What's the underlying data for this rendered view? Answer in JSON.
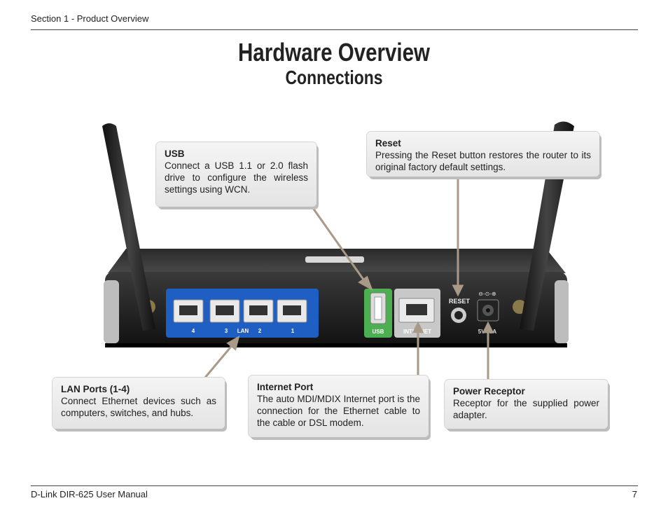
{
  "header": {
    "section": "Section 1 - Product Overview"
  },
  "title": "Hardware Overview",
  "subtitle": "Connections",
  "router": {
    "lan_numbers": [
      "4",
      "3",
      "2",
      "1"
    ],
    "lan_label": "LAN",
    "usb_label": "USB",
    "internet_label": "INTERNET",
    "reset_label": "RESET",
    "power_label": "5V⎓3A"
  },
  "callouts": {
    "usb": {
      "title": "USB",
      "body": "Connect a USB 1.1 or 2.0 flash drive to configure the wireless settings using WCN."
    },
    "reset": {
      "title": "Reset",
      "body": "Pressing the Reset button restores the router to its original factory default settings."
    },
    "lan": {
      "title": "LAN Ports (1-4)",
      "body": "Connect Ethernet devices such as computers, switches, and hubs."
    },
    "internet": {
      "title": "Internet Port",
      "body": "The auto MDI/MDIX Internet port is the connection for the Ethernet cable to the cable or DSL modem."
    },
    "power": {
      "title": "Power Receptor",
      "body": "Receptor for the supplied power adapter."
    }
  },
  "footer": {
    "manual": "D-Link DIR-625 User Manual",
    "page": "7"
  },
  "colors": {
    "lan_panel": "#1f5fc4",
    "usb_panel": "#4caf50",
    "internet_panel": "#c8c8c8",
    "leader": "#a89a86"
  }
}
